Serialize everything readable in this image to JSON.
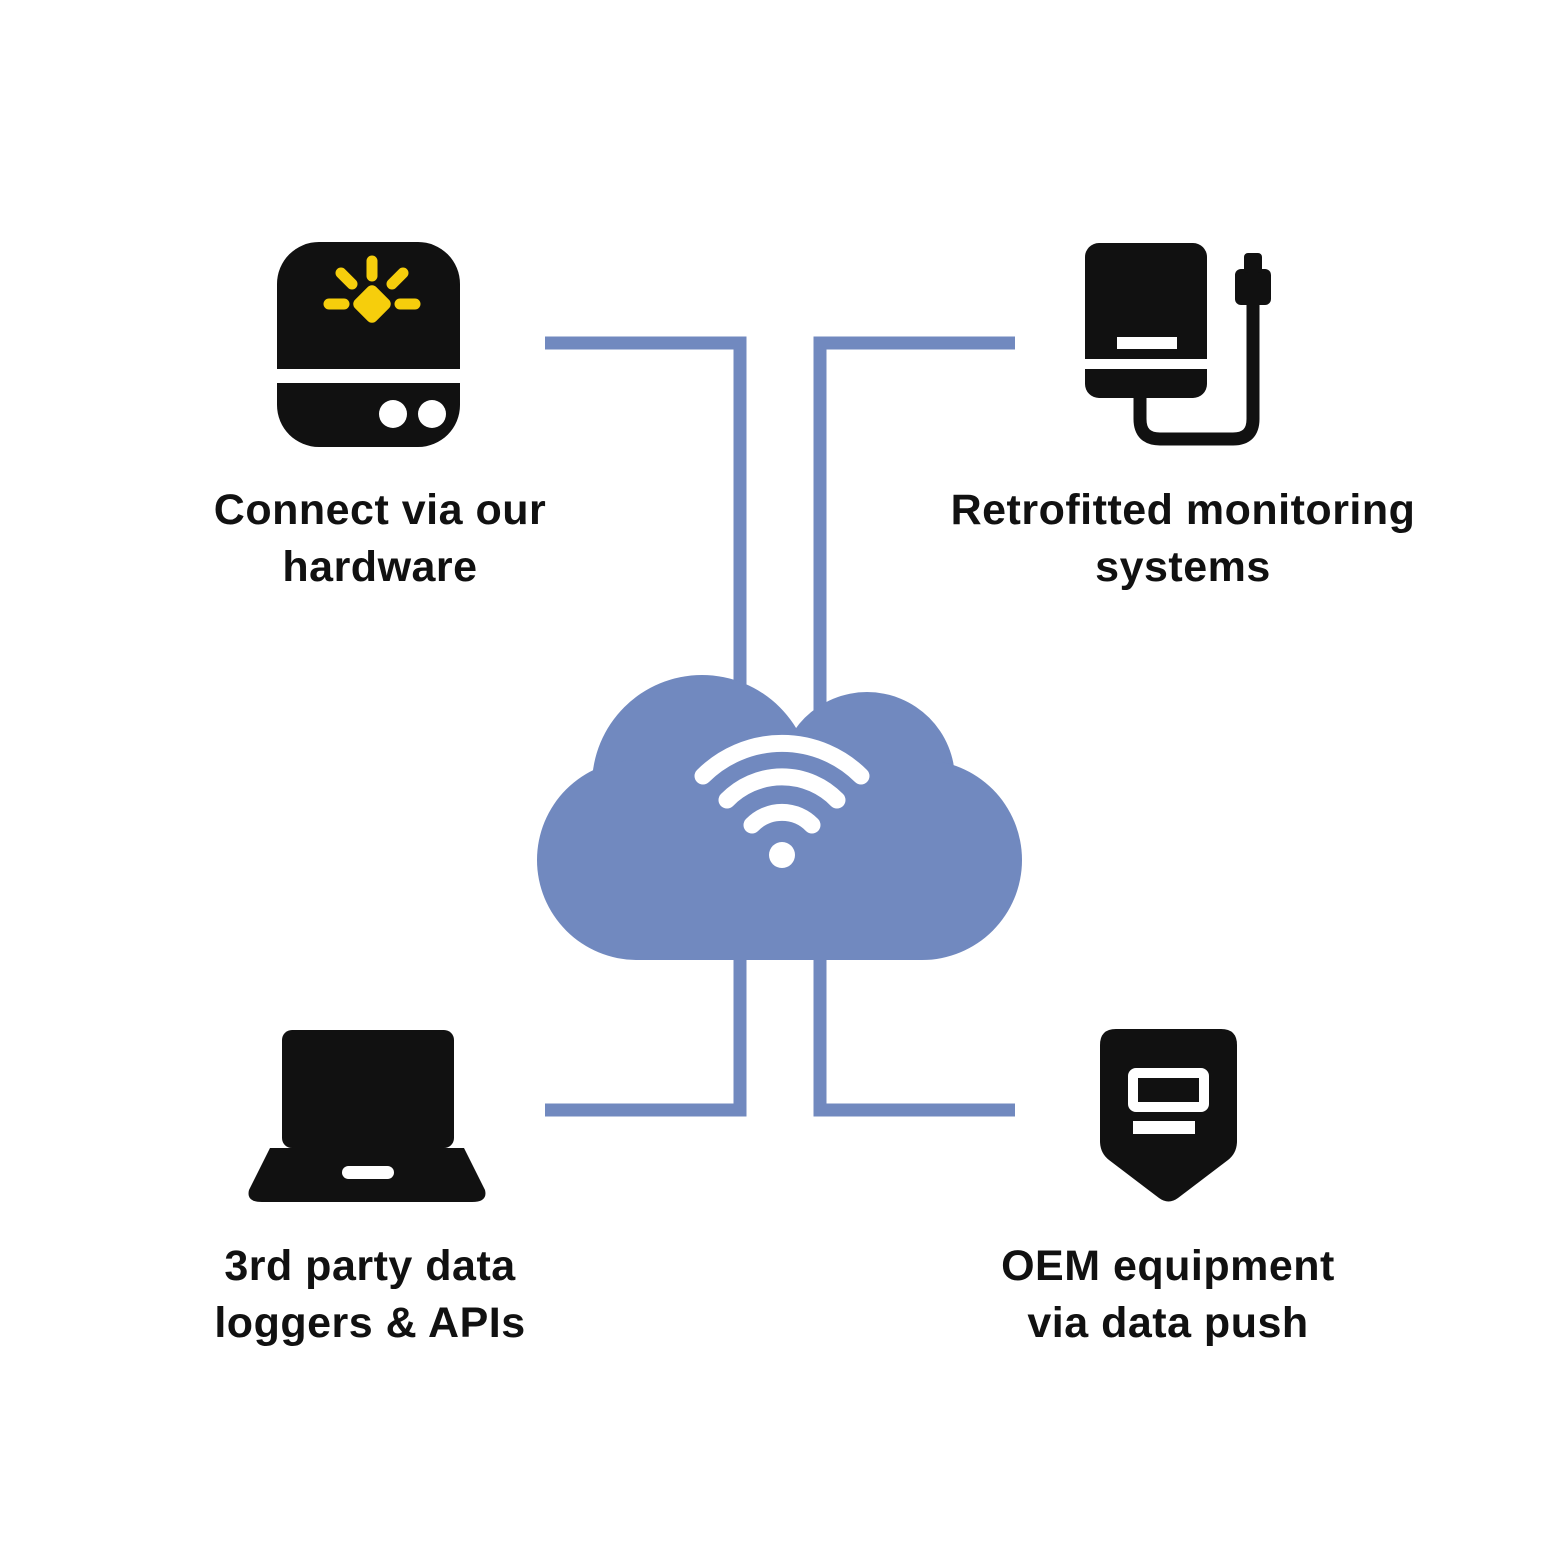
{
  "colors": {
    "connector": "#7189BF",
    "cloud": "#7189BF",
    "ink": "#111111",
    "accent": "#F6CE0C",
    "background": "#FFFFFF"
  },
  "center": {
    "id": "cloud-hub",
    "icon": "cloud-wifi-icon"
  },
  "nodes": [
    {
      "id": "connect-hardware",
      "position": "top-left",
      "icon": "gateway-device-icon",
      "label": "Connect via our\nhardware"
    },
    {
      "id": "retrofitted-monitoring",
      "position": "top-right",
      "icon": "retrofit-plug-device-icon",
      "label": "Retrofitted monitoring\nsystems"
    },
    {
      "id": "third-party-loggers",
      "position": "bottom-left",
      "icon": "laptop-icon",
      "label": "3rd party data\nloggers & APIs"
    },
    {
      "id": "oem-data-push",
      "position": "bottom-right",
      "icon": "meter-icon",
      "label": "OEM equipment\nvia data push"
    }
  ]
}
